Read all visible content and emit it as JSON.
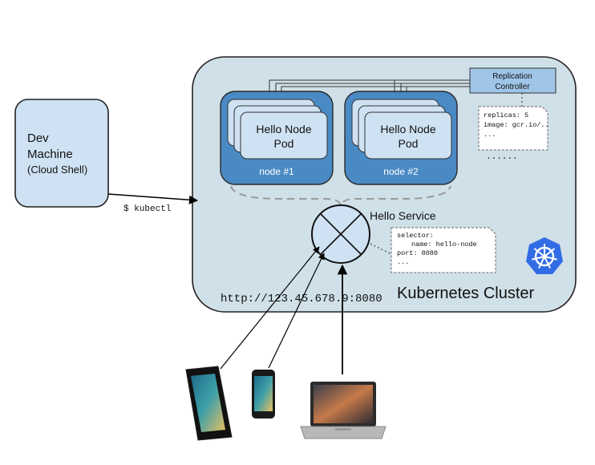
{
  "dev_machine": {
    "line1": "Dev",
    "line2": "Machine",
    "line3": "(Cloud Shell)"
  },
  "kubectl_label": "$ kubectl",
  "replication_controller": {
    "line1": "Replication",
    "line2": "Controller"
  },
  "replicas_note": {
    "line1": "replicas: 5",
    "line2": "image: gcr.io/..",
    "line3": "...",
    "extra": "......"
  },
  "nodes": [
    {
      "pod_line1": "Hello Node",
      "pod_line2": "Pod",
      "label": "node #1"
    },
    {
      "pod_line1": "Hello Node",
      "pod_line2": "Pod",
      "label": "node #2"
    }
  ],
  "service": {
    "label": "Hello Service",
    "note_line1": "selector:",
    "note_line2": "name: hello-node",
    "note_line3": "port: 8080",
    "note_line4": "..."
  },
  "cluster_label": "Kubernetes Cluster",
  "url": "http://123.45.678.9:8080",
  "icons": [
    "kubernetes-logo-icon",
    "tablet-icon",
    "phone-icon",
    "laptop-icon"
  ],
  "colors": {
    "cluster_fill": "#cfe0e8",
    "node_fill": "#4a8ac4",
    "pod_fill": "#cfe2f3",
    "dev_fill": "#cfe2f3",
    "rc_fill": "#9fc5e8",
    "k8s_blue": "#326ce5"
  }
}
